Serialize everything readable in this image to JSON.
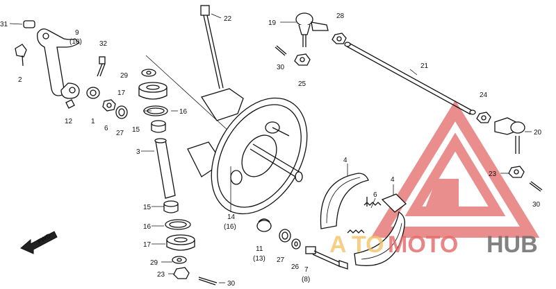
{
  "diagram": {
    "labels": {
      "p1": "1",
      "p2": "2",
      "p3": "3",
      "p4a": "4",
      "p4b": "4",
      "p6a": "6",
      "p6b": "6",
      "p7": "7",
      "p7b": "(8)",
      "p9": "9",
      "p9b": "(10)",
      "p11": "11",
      "p11b": "(13)",
      "p12": "12",
      "p14": "14",
      "p14b": "(16)",
      "p15a": "15",
      "p15b": "15",
      "p16a": "16",
      "p16b": "16",
      "p17a": "17",
      "p17b": "17",
      "p19": "19",
      "p20": "20",
      "p21": "21",
      "p22": "22",
      "p23a": "23",
      "p23b": "23",
      "p24": "24",
      "p25": "25",
      "p26": "26",
      "p27a": "27",
      "p27b": "27",
      "p28": "28",
      "p29a": "29",
      "p29b": "29",
      "p30a": "30",
      "p30b": "30",
      "p30c": "30",
      "p31": "31",
      "p32": "32"
    },
    "fwd": "FWD"
  },
  "watermark": {
    "part1": "A",
    "part2": "TO",
    "part3": "MOTO",
    "part4": "HUB",
    "colors": {
      "triangle": "#e46767",
      "gold": "#f4c46a",
      "gray": "#6d6d6d"
    }
  }
}
